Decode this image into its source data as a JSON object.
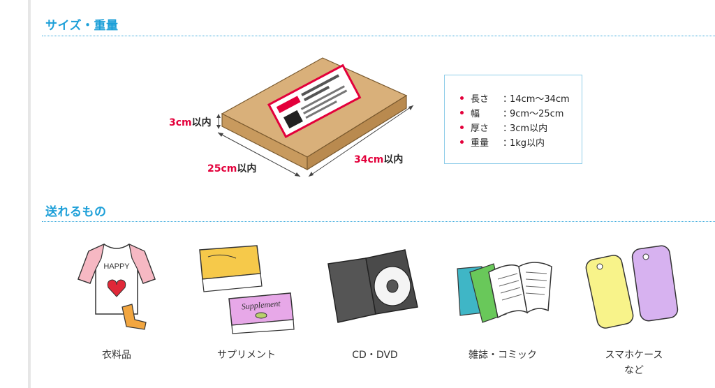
{
  "sections": {
    "size": {
      "title": "サイズ・重量"
    },
    "items": {
      "title": "送れるもの"
    }
  },
  "box": {
    "height_label_num": "3cm",
    "height_label_suffix": "以内",
    "width_label_num": "25cm",
    "width_label_suffix": "以内",
    "length_label_num": "34cm",
    "length_label_suffix": "以内"
  },
  "specs": [
    {
      "key": "長さ",
      "sep": "：",
      "value": "14cm〜34cm"
    },
    {
      "key": "幅",
      "sep": "：",
      "value": "9cm〜25cm"
    },
    {
      "key": "厚さ",
      "sep": "：",
      "value": "3cm以内"
    },
    {
      "key": "重量",
      "sep": "：",
      "value": "1kg以内"
    }
  ],
  "items": [
    {
      "label": "衣料品",
      "icon": "clothing-icon",
      "tshirt_text": "HAPPY"
    },
    {
      "label": "サプリメント",
      "icon": "supplement-icon",
      "box_text": "Supplement"
    },
    {
      "label": "CD・DVD",
      "icon": "dvd-icon"
    },
    {
      "label": "雑誌・コミック",
      "icon": "magazine-icon"
    },
    {
      "label": "スマホケース\nなど",
      "icon": "phone-case-icon"
    }
  ],
  "colors": {
    "accent": "#1c9fd8",
    "highlight": "#e3003b",
    "box": "#d4aa72"
  }
}
